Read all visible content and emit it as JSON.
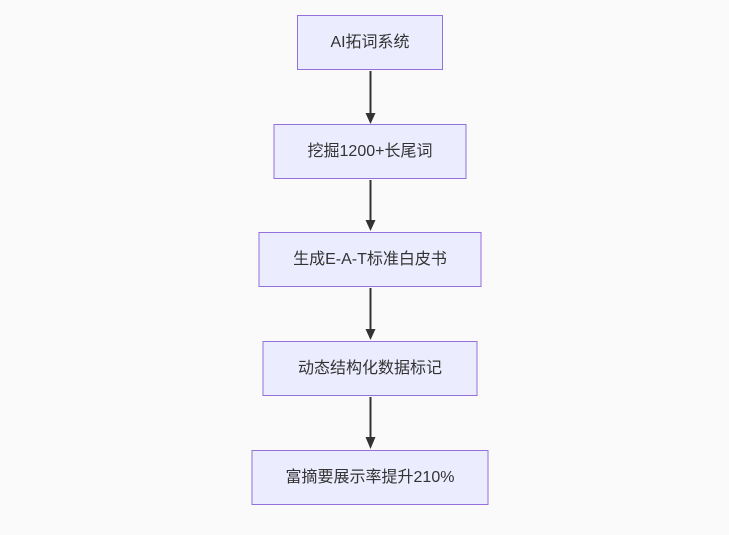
{
  "page": {
    "background_color": "#fafafa"
  },
  "flowchart": {
    "type": "flowchart",
    "direction": "top-down",
    "node_fill_color": "#ECECFF",
    "node_border_color": "#9370DB",
    "node_text_color": "#333333",
    "arrow_color": "#333333",
    "nodes": [
      {
        "label": "AI拓词系统"
      },
      {
        "label": "挖掘1200+长尾词"
      },
      {
        "label": "生成E-A-T标准白皮书"
      },
      {
        "label": "动态结构化数据标记"
      },
      {
        "label": "富摘要展示率提升210%"
      }
    ],
    "edges": [
      {
        "from": 0,
        "to": 1
      },
      {
        "from": 1,
        "to": 2
      },
      {
        "from": 2,
        "to": 3
      },
      {
        "from": 3,
        "to": 4
      }
    ]
  }
}
